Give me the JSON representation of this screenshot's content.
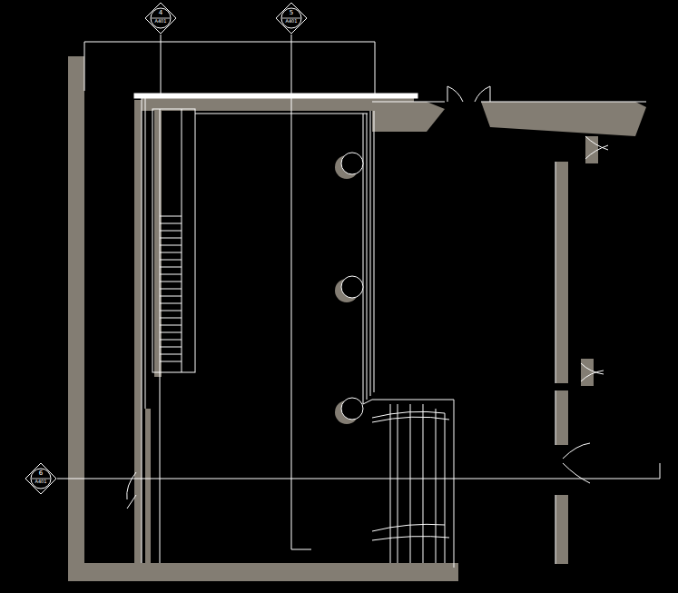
{
  "diagram": {
    "nodes": [
      {
        "text": [
          "4",
          "A401"
        ]
      },
      {
        "text": [
          "5",
          "A401"
        ]
      },
      {
        "text": [
          "6",
          "A401"
        ]
      }
    ]
  }
}
